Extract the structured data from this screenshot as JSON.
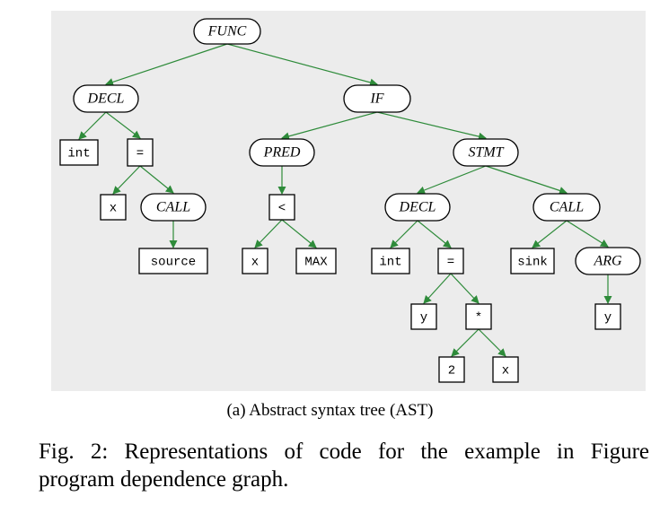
{
  "diagram": {
    "nodes": [
      {
        "id": "func",
        "label": "FUNC",
        "shape": "round"
      },
      {
        "id": "decl1",
        "label": "DECL",
        "shape": "round"
      },
      {
        "id": "if",
        "label": "IF",
        "shape": "round"
      },
      {
        "id": "int1",
        "label": "int",
        "shape": "box"
      },
      {
        "id": "eq1",
        "label": "=",
        "shape": "box"
      },
      {
        "id": "pred",
        "label": "PRED",
        "shape": "round"
      },
      {
        "id": "stmt",
        "label": "STMT",
        "shape": "round"
      },
      {
        "id": "x1",
        "label": "x",
        "shape": "box"
      },
      {
        "id": "call1",
        "label": "CALL",
        "shape": "round"
      },
      {
        "id": "lt",
        "label": "<",
        "shape": "box"
      },
      {
        "id": "decl2",
        "label": "DECL",
        "shape": "round"
      },
      {
        "id": "call2",
        "label": "CALL",
        "shape": "round"
      },
      {
        "id": "source",
        "label": "source",
        "shape": "box"
      },
      {
        "id": "x2",
        "label": "x",
        "shape": "box"
      },
      {
        "id": "max",
        "label": "MAX",
        "shape": "box"
      },
      {
        "id": "int2",
        "label": "int",
        "shape": "box"
      },
      {
        "id": "eq2",
        "label": "=",
        "shape": "box"
      },
      {
        "id": "sink",
        "label": "sink",
        "shape": "box"
      },
      {
        "id": "arg",
        "label": "ARG",
        "shape": "round"
      },
      {
        "id": "y1",
        "label": "y",
        "shape": "box"
      },
      {
        "id": "mul",
        "label": "*",
        "shape": "box"
      },
      {
        "id": "y2",
        "label": "y",
        "shape": "box"
      },
      {
        "id": "two",
        "label": "2",
        "shape": "box"
      },
      {
        "id": "x3",
        "label": "x",
        "shape": "box"
      }
    ],
    "edges": [
      [
        "func",
        "decl1"
      ],
      [
        "func",
        "if"
      ],
      [
        "decl1",
        "int1"
      ],
      [
        "decl1",
        "eq1"
      ],
      [
        "eq1",
        "x1"
      ],
      [
        "eq1",
        "call1"
      ],
      [
        "call1",
        "source"
      ],
      [
        "if",
        "pred"
      ],
      [
        "if",
        "stmt"
      ],
      [
        "pred",
        "lt"
      ],
      [
        "lt",
        "x2"
      ],
      [
        "lt",
        "max"
      ],
      [
        "stmt",
        "decl2"
      ],
      [
        "stmt",
        "call2"
      ],
      [
        "decl2",
        "int2"
      ],
      [
        "decl2",
        "eq2"
      ],
      [
        "eq2",
        "y1"
      ],
      [
        "eq2",
        "mul"
      ],
      [
        "mul",
        "two"
      ],
      [
        "mul",
        "x3"
      ],
      [
        "call2",
        "sink"
      ],
      [
        "call2",
        "arg"
      ],
      [
        "arg",
        "y2"
      ]
    ]
  },
  "subcaption": "(a) Abstract syntax tree (AST)",
  "caption": {
    "line1": "Fig. 2: Representations of code for the example in Figure",
    "line2": "program dependence graph."
  },
  "colors": {
    "edge": "#2e8b3a",
    "diagram_bg": "#ececec",
    "node_fill": "#ffffff",
    "node_stroke": "#000000"
  }
}
